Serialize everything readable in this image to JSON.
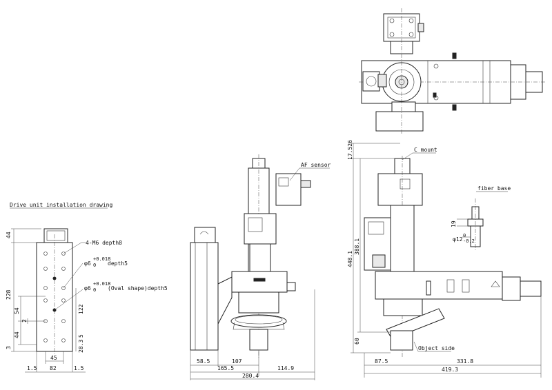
{
  "titles": {
    "install_drawing": "Drive unit installation drawing",
    "af_sensor": "AF sensor",
    "c_mount": "C mount",
    "fiber_base": "fiber base",
    "object_side": "Object side"
  },
  "install_view": {
    "top_44": "44",
    "dim_228": "228",
    "dim_54": "54",
    "dim_44b": "44",
    "dim_3": "3",
    "dim_2": "2",
    "dim_122": "122",
    "dim_28_3": "28.3",
    "dim_5": "5",
    "dim_45": "45",
    "bottom_1_5_left": "1.5",
    "bottom_82": "82",
    "bottom_1_5_right": "1.5",
    "callout_m6": "4-M6 depth8",
    "callout_phi6_a": "φ6",
    "callout_tol_a": "+0.018",
    "callout_tol0_a": "0",
    "callout_depth5_a": "depth5",
    "callout_phi6_b": "φ6",
    "callout_tol_b": "+0.018",
    "callout_tol0_b": "0",
    "callout_oval": "(Oval shape)depth5"
  },
  "side_view": {
    "dim_58_5": "58.5",
    "dim_107": "107",
    "dim_165_5": "165.5",
    "dim_114_9": "114.9",
    "dim_280_4": "280.4"
  },
  "front_view": {
    "dim_17_526": "17.526",
    "dim_448_1": "448.1",
    "dim_388_1": "388.1",
    "dim_60": "60",
    "dim_87_5": "87.5",
    "dim_331_8": "331.8",
    "dim_419_3": "419.3"
  },
  "fiber_detail": {
    "dim_19": "19",
    "phi12": "φ12",
    "tol_top": "0",
    "tol_bot": "-0.2"
  }
}
